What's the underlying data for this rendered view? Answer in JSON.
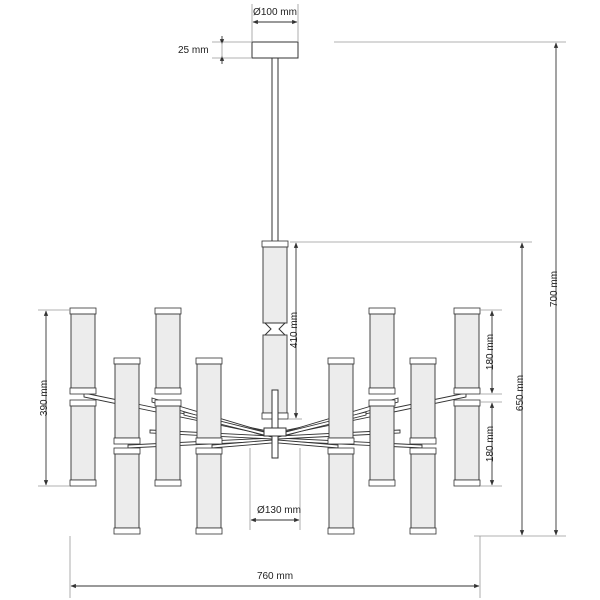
{
  "dimensions": {
    "canopy_diameter": "Ø100 mm",
    "canopy_height": "25 mm",
    "total_height": "700 mm",
    "body_height": "650 mm",
    "center_column_height": "410 mm",
    "upper_tube_height": "180 mm",
    "lower_tube_height": "180 mm",
    "side_height": "390 mm",
    "hub_diameter": "Ø130 mm",
    "overall_width": "760 mm"
  },
  "colors": {
    "line": "#333333",
    "dimension_line": "#999999",
    "glass": "#ececec"
  }
}
